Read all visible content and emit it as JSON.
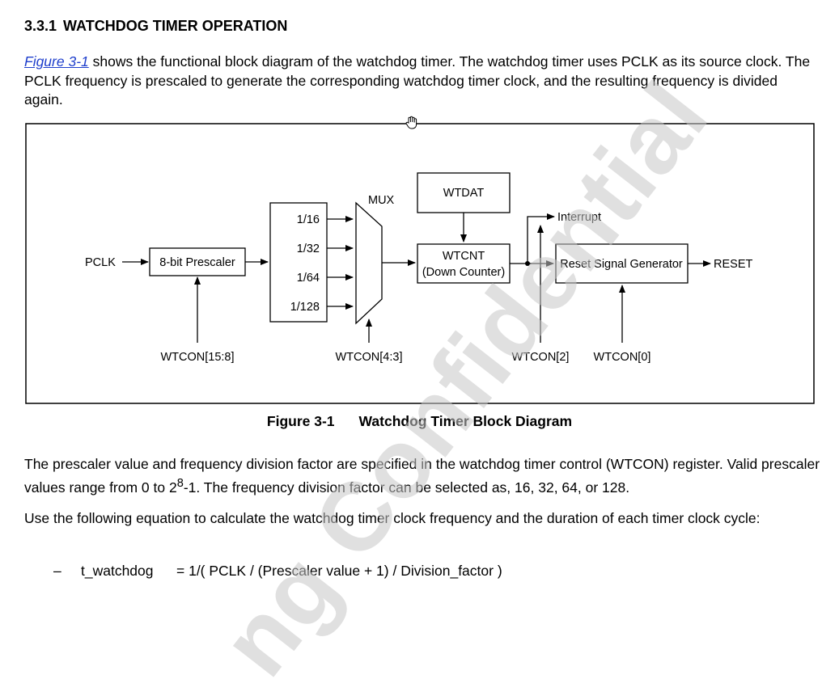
{
  "heading": {
    "number": "3.3.1",
    "title": "WATCHDOG TIMER OPERATION"
  },
  "intro": {
    "link": "Figure 3-1",
    "text": " shows the functional block diagram of the watchdog timer. The watchdog timer uses PCLK as its source clock. The PCLK frequency is prescaled to generate the corresponding watchdog timer clock, and the resulting frequency is divided again."
  },
  "diagram": {
    "pclk": "PCLK",
    "prescaler": "8-bit Prescaler",
    "divisions": [
      "1/16",
      "1/32",
      "1/64",
      "1/128"
    ],
    "mux": "MUX",
    "wtdat": "WTDAT",
    "wtcnt": "WTCNT",
    "wtcnt_sub": "(Down Counter)",
    "interrupt": "Interrupt",
    "reset_gen": "Reset Signal Generator",
    "reset": "RESET",
    "wtcon_15_8": "WTCON[15:8]",
    "wtcon_4_3": "WTCON[4:3]",
    "wtcon_2": "WTCON[2]",
    "wtcon_0": "WTCON[0]"
  },
  "caption": {
    "label": "Figure 3-1",
    "title": "Watchdog Timer Block Diagram"
  },
  "para1": {
    "before": "The prescaler value and frequency division factor are specified in the watchdog timer control (WTCON) register. Valid prescaler values range from 0 to 2",
    "sup": "8",
    "after": "-1. The frequency division factor can be selected as, 16, 32, 64, or 128."
  },
  "para2": "Use the following equation to calculate the watchdog timer clock frequency and the duration of each timer clock cycle:",
  "equation": {
    "dash": "–",
    "var": "t_watchdog",
    "expr": "= 1/( PCLK / (Prescaler value + 1) / Division_factor )"
  },
  "watermark": "ng Confidential",
  "icons": {
    "cursor": "hand-cursor-icon"
  }
}
